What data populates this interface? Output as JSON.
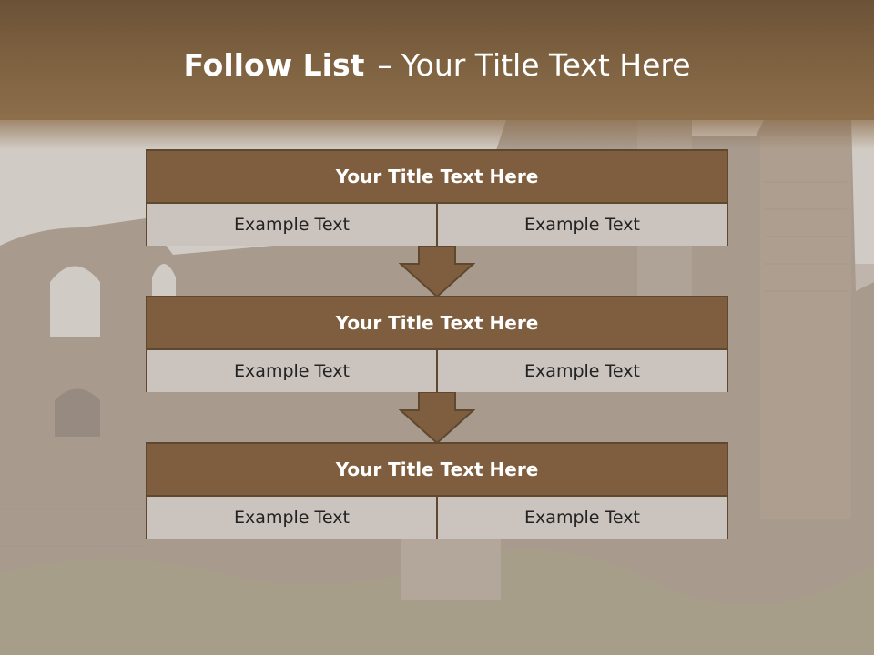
{
  "slide": {
    "title_bold": "Follow List",
    "title_separator": "–",
    "title_rest": "Your Title Text Here"
  },
  "steps": [
    {
      "title": "Your Title Text Here",
      "cells": [
        "Example Text",
        "Example Text"
      ]
    },
    {
      "title": "Your Title Text Here",
      "cells": [
        "Example Text",
        "Example Text"
      ]
    },
    {
      "title": "Your Title Text Here",
      "cells": [
        "Example Text",
        "Example Text"
      ]
    }
  ],
  "colors": {
    "header": "#7c603f",
    "block_title": "#7e5e3f",
    "block_cell": "#cbc3be",
    "border": "#5e4830"
  }
}
